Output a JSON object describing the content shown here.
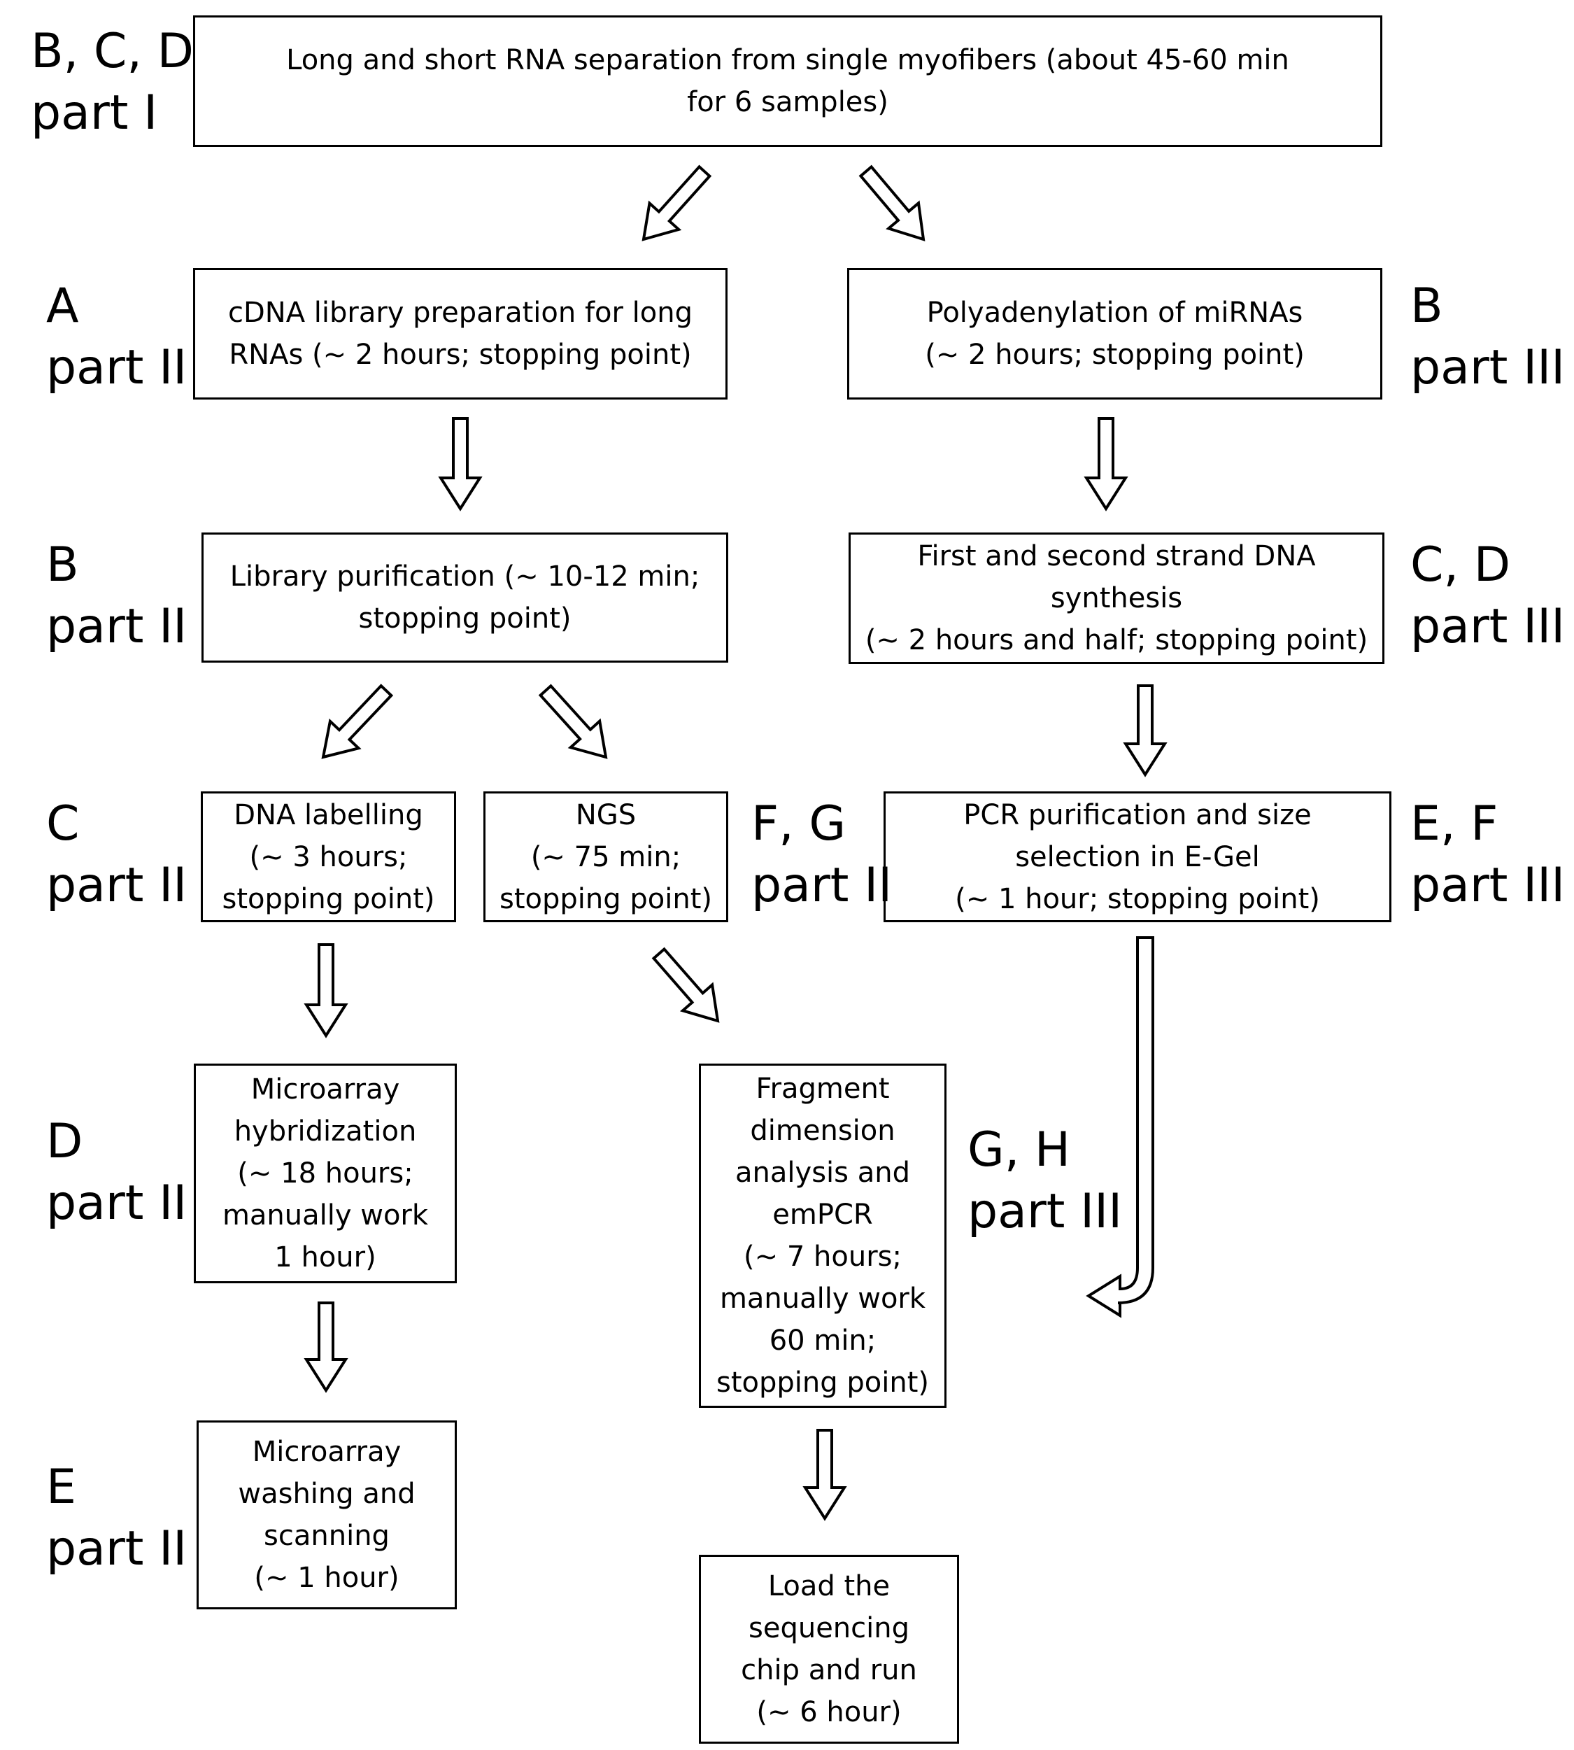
{
  "boxes": {
    "separation": [
      "Long and short RNA separation from single myofibers (about 45-60 min",
      "for 6 samples)"
    ],
    "cdna_lib": [
      "cDNA library preparation for long",
      "RNAs (~ 2 hours; stopping point)"
    ],
    "polyadenylation": [
      "Polyadenylation of miRNAs",
      "(~ 2 hours; stopping point)"
    ],
    "lib_purification": [
      "Library purification (~ 10-12 min;",
      "stopping point)"
    ],
    "strand_synthesis": [
      "First and second strand DNA",
      "synthesis",
      "(~ 2 hours and half; stopping point)"
    ],
    "dna_labelling": [
      "DNA labelling",
      "(~ 3 hours;",
      "stopping point)"
    ],
    "ngs": [
      "NGS",
      "(~ 75 min;",
      "stopping point)"
    ],
    "pcr_purification": [
      "PCR purification and size",
      "selection in E-Gel",
      "(~ 1 hour; stopping point)"
    ],
    "microarray_hyb": [
      "Microarray",
      "hybridization",
      "(~ 18 hours;",
      "manually work",
      "1 hour)"
    ],
    "fragment": [
      "Fragment",
      "dimension",
      "analysis and",
      "emPCR",
      "(~ 7 hours;",
      "manually work",
      "60 min;",
      "stopping point)"
    ],
    "microarray_wash": [
      "Microarray",
      "washing and",
      "scanning",
      "(~ 1 hour)"
    ],
    "load_chip": [
      "Load the",
      "sequencing",
      "chip and run",
      "(~ 6 hour)"
    ]
  },
  "labels": {
    "bcd_part1": [
      "B, C, D",
      "part I"
    ],
    "a_part2": [
      "A",
      "part II"
    ],
    "b_part3": [
      "B",
      "part III"
    ],
    "b_part2": [
      "B",
      "part II"
    ],
    "cd_part3": [
      "C, D",
      "part III"
    ],
    "c_part2": [
      "C",
      "part II"
    ],
    "fg_part2": [
      "F, G",
      "part II"
    ],
    "ef_part3": [
      "E, F",
      "part III"
    ],
    "d_part2": [
      "D",
      "part II"
    ],
    "gh_part3": [
      "G, H",
      "part III"
    ],
    "e_part2": [
      "E",
      "part II"
    ]
  }
}
